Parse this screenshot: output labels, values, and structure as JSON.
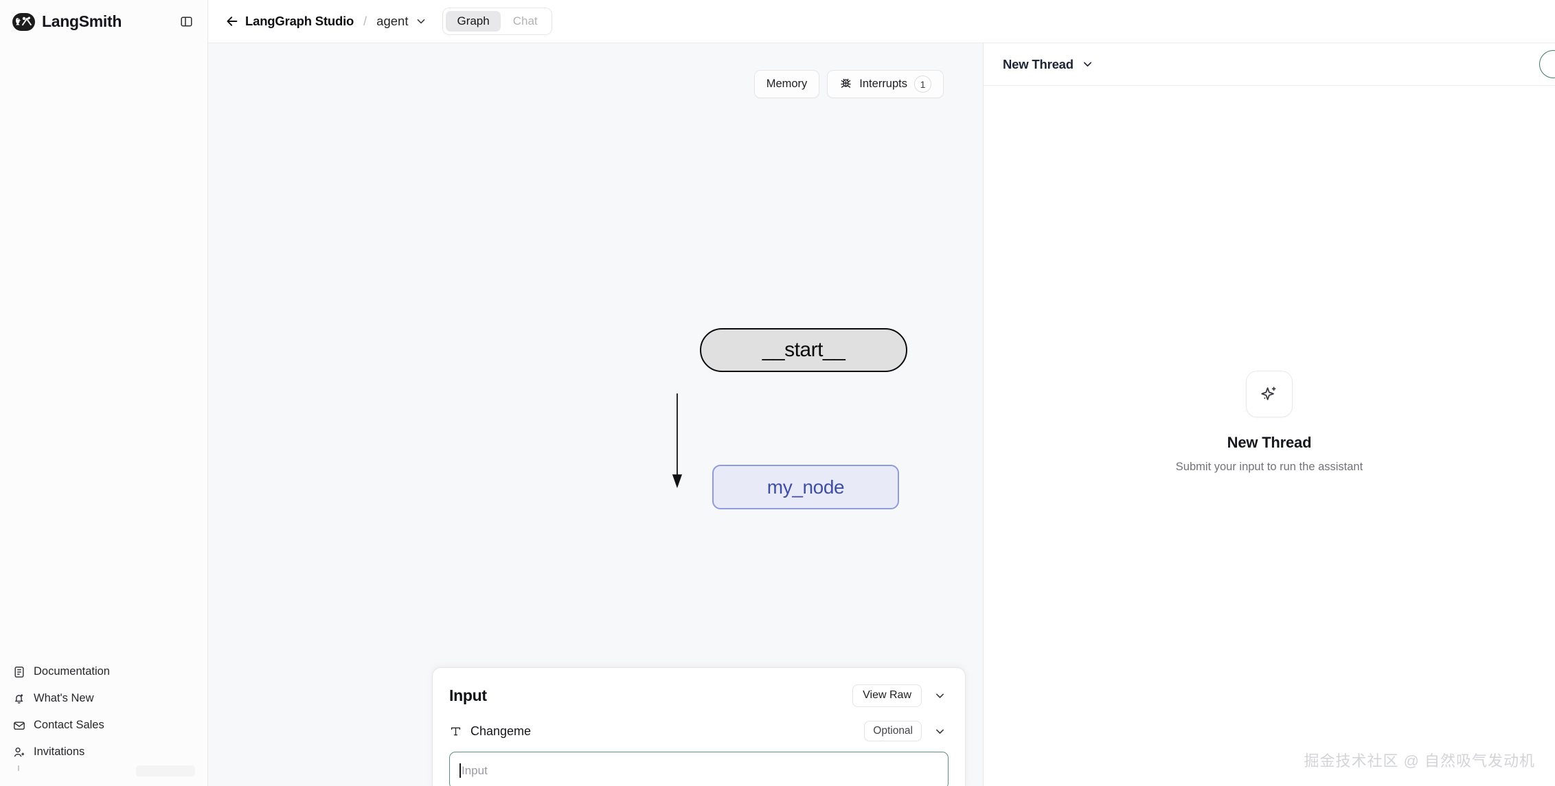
{
  "sidebar": {
    "brand": "LangSmith",
    "logo_name": "langsmith-logo",
    "collapse_icon": "panel-collapse-icon",
    "items": [
      {
        "label": "Documentation",
        "icon": "document-icon"
      },
      {
        "label": "What's New",
        "icon": "bell-plus-icon"
      },
      {
        "label": "Contact Sales",
        "icon": "envelope-icon"
      },
      {
        "label": "Invitations",
        "icon": "user-plus-icon"
      }
    ]
  },
  "topbar": {
    "back_icon": "arrow-left-icon",
    "breadcrumb_root": "LangGraph Studio",
    "breadcrumb_separator": "/",
    "breadcrumb_graph": "agent",
    "graph_caret_icon": "chevron-down-icon",
    "tabs": [
      {
        "label": "Graph",
        "active": true
      },
      {
        "label": "Chat",
        "active": false
      }
    ]
  },
  "graph": {
    "tools": [
      {
        "label": "Memory",
        "icon": null,
        "badge": null
      },
      {
        "label": "Interrupts",
        "icon": "bug-icon",
        "badge": "1"
      }
    ],
    "nodes": [
      {
        "id": "start",
        "label": "__start__",
        "shape": "pill",
        "fill": "#e0e0e0",
        "stroke": "#0b0b0d",
        "text_color": "#0b0b0d"
      },
      {
        "id": "my_node",
        "label": "my_node",
        "shape": "rounded-rect",
        "fill": "#e9eaf8",
        "stroke": "#8e9bdd",
        "text_color": "#3f4fa5"
      }
    ],
    "edges": [
      {
        "from": "start",
        "to": "my_node",
        "arrow": true
      }
    ],
    "canvas_bg": "#f7f8fa"
  },
  "input_panel": {
    "title": "Input",
    "view_raw_label": "View Raw",
    "collapse_icon": "chevron-down-icon",
    "field": {
      "label": "Changeme",
      "type_icon": "text-type-icon",
      "optional_label": "Optional",
      "field_caret_icon": "chevron-down-icon",
      "placeholder": "Input",
      "value": "",
      "focus_border_color": "#5c9182"
    }
  },
  "thread": {
    "selector_label": "New Thread",
    "selector_caret_icon": "chevron-down-icon",
    "action_icon": "circle-button",
    "empty_icon": "sparkles-icon",
    "empty_title": "New Thread",
    "empty_subtitle": "Submit your input to run the assistant"
  },
  "watermark": {
    "text": "掘金技术社区 @ 自然吸气发动机"
  }
}
